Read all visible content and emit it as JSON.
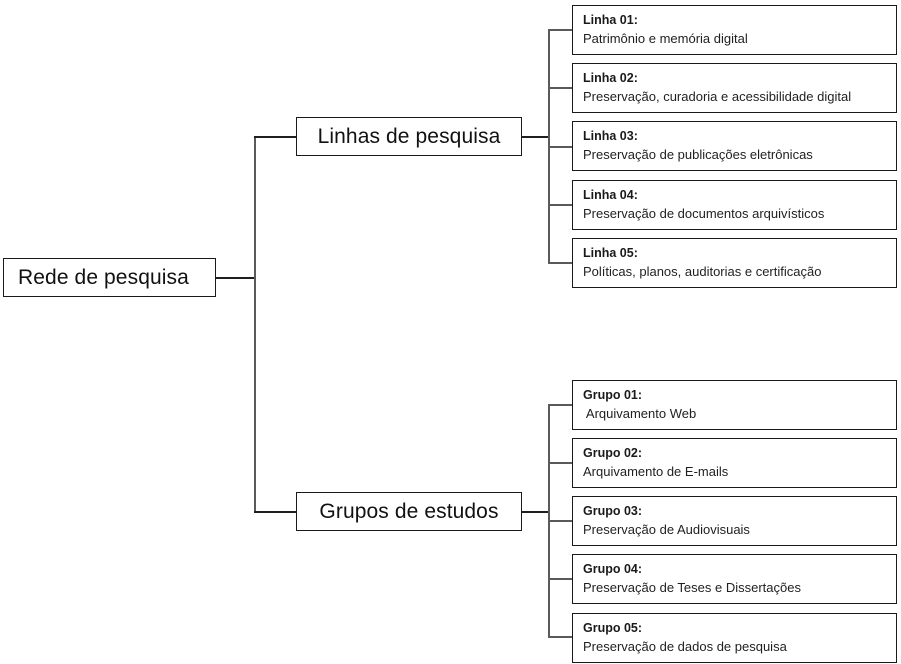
{
  "diagram": {
    "type": "organizational-tree",
    "orientation": "left-to-right",
    "title_text": "Rede de pesquisa",
    "colors": {
      "background": "#ffffff",
      "box_border": "#1a1a1a",
      "connector_line": "#5a5a5a",
      "connector_line_dark": "#1f1f1f",
      "text": "#1a1a1a"
    }
  },
  "root": {
    "label": "Rede de pesquisa"
  },
  "branches": [
    {
      "id": "linhas-de-pesquisa",
      "label": "Linhas de pesquisa",
      "children": [
        {
          "title": "Linha 01:",
          "desc": "Patrimônio e memória digital"
        },
        {
          "title": "Linha 02:",
          "desc": "Preservação, curadoria e acessibilidade digital"
        },
        {
          "title": "Linha 03:",
          "desc": "Preservação de publicações eletrônicas"
        },
        {
          "title": "Linha 04:",
          "desc": "Preservação de documentos arquivísticos"
        },
        {
          "title": "Linha 05:",
          "desc": "Políticas, planos, auditorias e certificação"
        }
      ]
    },
    {
      "id": "grupos-de-estudos",
      "label": "Grupos de estudos",
      "children": [
        {
          "title": "Grupo 01:",
          "desc": " Arquivamento Web"
        },
        {
          "title": "Grupo 02:",
          "desc": "Arquivamento de E-mails"
        },
        {
          "title": "Grupo 03:",
          "desc": "Preservação de Audiovisuais"
        },
        {
          "title": "Grupo 04:",
          "desc": "Preservação de Teses e Dissertações"
        },
        {
          "title": "Grupo 05:",
          "desc": "Preservação de dados de pesquisa"
        }
      ]
    }
  ]
}
